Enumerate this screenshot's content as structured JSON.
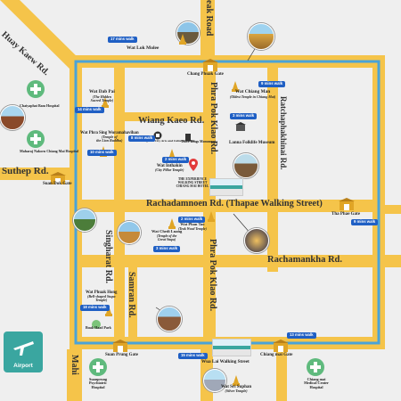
{
  "roads": {
    "huay_kaew": "Huay Kaew Rd.",
    "suthep": "Suthep Rd.",
    "singharat": "Singharat Rd.",
    "samran": "Samran Rd.",
    "phra_pok_klao_upper": "Phra Pok Klao Rd.",
    "phra_pok_klao_lower": "Phra Pok Klao Rd.",
    "ratchaphakhinai": "Ratchaphakhinai Rd.",
    "rachadamnoen": "Rachadamnoen Rd. (Thapae Walking Street)",
    "rachamankha": "Rachamankha Rd.",
    "wiang_kaeo": "Wiang Kaeo Rd.",
    "top_right": "eak Road",
    "bottom_left": "Mahi"
  },
  "places": {
    "wat_lok_molee": "Wat Lok Molee",
    "chang_phueak_gate": "Chang Phuak Gate",
    "wat_chiang_man": "Wat Chiang Man",
    "wat_chiang_man_sub": "(Oldest Temple in Chiang Mai)",
    "wat_dab_pai": "Wat Dab Pai",
    "wat_dab_pai_sub1": "(The Hidden",
    "wat_dab_pai_sub2": "Sacred Temple)",
    "chaiyaphat_hospital": "Chaiyaphat Bam Hospital",
    "wat_phra_sing": "Wat Phra Sing Woramahavihan",
    "wat_phra_sing_sub1": "(Temple of",
    "wat_phra_sing_sub2": "the Lion Buddha)",
    "maharaj_hospital": "Maharaj Nakorn Chiang Mai Hospital",
    "city_arts_centre": "Chiang Mai City Arts and Cultural Center",
    "three_kings": "Three Kings Monument",
    "lanna_folklife": "Lanna Folklife Museum",
    "wat_inthakin": "Wat Inthakin",
    "wat_inthakin_sub": "(City Pillar Temple)",
    "hotel": "THE EXPERIENCE WALKING STREET CHIANG MAI HOTEL",
    "suan_dok_gate": "Suan Dok Gate",
    "tha_phae_gate": "Tha Phae Gate",
    "wat_phan_tao": "Wat Phan Tao",
    "wat_phan_tao_sub": "(Teak Wood Temple)",
    "wat_chedi_luang": "Wat Chedi Luang",
    "wat_chedi_luang_sub1": "(Temple of the",
    "wat_chedi_luang_sub2": "Great Stupa)",
    "wat_phan_hong": "Wat Phuak Hong",
    "wat_phan_hong_sub1": "(Bell-shaped Stupa",
    "wat_phan_hong_sub2": "Temple)",
    "buak_haad_park": "Buak Haad Park",
    "suan_prung_gate": "Suan Prung Gate",
    "wua_lai": "Wua Lai Walking Street",
    "chiang_mai_gate": "Chiang mai Gate",
    "suanprung_hospital": "Suanprung Psychiatric Hospital",
    "chiang_mai_medical": "Chiang mai Medical Center Hospital",
    "wat_sri_suphan": "Wat Sri Suphan",
    "wat_sri_suphan_sub": "(Silver Temple)",
    "airport": "Airport"
  },
  "walk_badges": {
    "lok_molee": "17 mins walk",
    "chiang_man": "9 mins walk",
    "dab_pai": "14 mins walk",
    "phra_sing": "10 mins walk",
    "city_arts": "8 mins walk",
    "lanna": "3 mins walk",
    "inthakin": "2 mins walk",
    "phan_tao": "2 mins walk",
    "tha_phae": "9 mins walk",
    "chedi_luang": "3 mins walk",
    "phan_hong": "18 mins walk",
    "wua_lai": "15 mins walk",
    "chiang_mai_gate": "13 mins walk"
  },
  "colors": {
    "road": "#f5c44a",
    "moat": "#4aa3d8",
    "badge": "#1f5fc4",
    "hospital": "#5fba7d",
    "airport": "#3aa6a0",
    "hotel_pin": "#e23b3b",
    "temple": "#e0a526"
  },
  "icons": {
    "hotel": "map-pin-icon",
    "temple": "temple-icon",
    "gate": "gate-icon",
    "hospital": "hospital-cross-icon",
    "airport": "airplane-icon",
    "museum": "museum-icon"
  }
}
